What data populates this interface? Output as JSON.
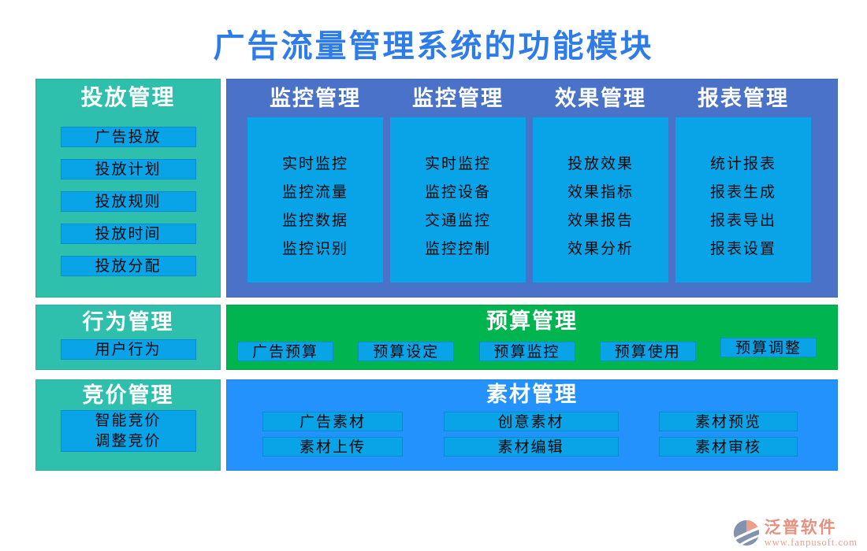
{
  "title": "广告流量管理系统的功能模块",
  "delivery": {
    "title": "投放管理",
    "items": [
      "广告投放",
      "投放计划",
      "投放规则",
      "投放时间",
      "投放分配"
    ]
  },
  "monitor_columns": [
    {
      "title": "监控管理",
      "items": [
        "实时监控",
        "监控流量",
        "监控数据",
        "监控识别"
      ]
    },
    {
      "title": "监控管理",
      "items": [
        "实时监控",
        "监控设备",
        "交通监控",
        "监控控制"
      ]
    },
    {
      "title": "效果管理",
      "items": [
        "投放效果",
        "效果指标",
        "效果报告",
        "效果分析"
      ]
    },
    {
      "title": "报表管理",
      "items": [
        "统计报表",
        "报表生成",
        "报表导出",
        "报表设置"
      ]
    }
  ],
  "behavior": {
    "title": "行为管理",
    "items": [
      "用户行为"
    ]
  },
  "budget": {
    "title": "预算管理",
    "items": [
      "广告预算",
      "预算设定",
      "预算监控",
      "预算使用",
      "预算调整"
    ]
  },
  "bidding": {
    "title": "竞价管理",
    "items": [
      "智能竞价",
      "调整竞价"
    ]
  },
  "material": {
    "title": "素材管理",
    "items": [
      "广告素材",
      "创意素材",
      "素材预览",
      "素材上传",
      "素材编辑",
      "素材审核"
    ]
  },
  "footer": {
    "brand": "泛普软件",
    "url": "www.fanpusoft.com"
  },
  "colors": {
    "title_blue": "#2E7CEA",
    "teal": "#2FC0AD",
    "indigo": "#4A72C8",
    "azure": "#09A3E8",
    "green": "#00B450",
    "blue": "#2492FC",
    "logo_salmon": "#E8907E",
    "logo_slate": "#8493AD"
  }
}
